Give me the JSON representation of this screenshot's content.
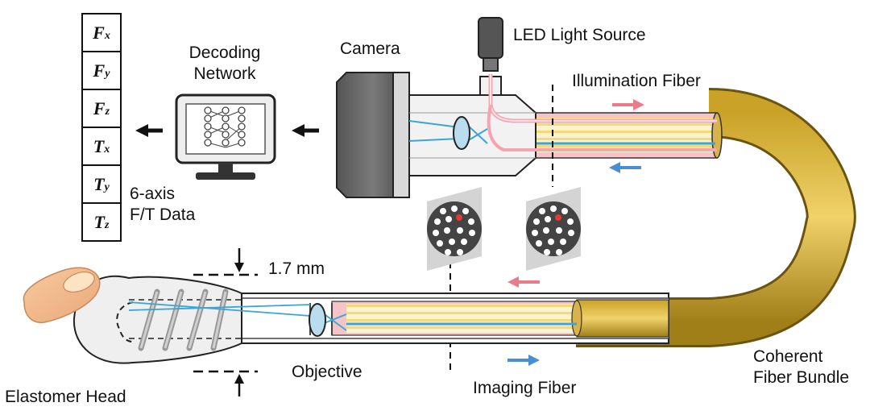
{
  "labels": {
    "ft_data": [
      "6-axis",
      "F/T Data"
    ],
    "decoding_network": [
      "Decoding",
      "Network"
    ],
    "camera": "Camera",
    "led_light_source": "LED Light Source",
    "illumination_fiber": "Illumination Fiber",
    "coherent_fiber_bundle": [
      "Coherent",
      "Fiber Bundle"
    ],
    "dimension": "1.7 mm",
    "objective": "Objective",
    "imaging_fiber": "Imaging Fiber",
    "elastomer_head": "Elastomer Head"
  },
  "ft_components": [
    {
      "symbol": "F",
      "axis": "x"
    },
    {
      "symbol": "F",
      "axis": "y"
    },
    {
      "symbol": "F",
      "axis": "z"
    },
    {
      "symbol": "T",
      "axis": "x"
    },
    {
      "symbol": "T",
      "axis": "y"
    },
    {
      "symbol": "T",
      "axis": "z"
    }
  ],
  "colors": {
    "illumination": "#e87c8a",
    "imaging": "#4a90d0",
    "fiber_core": "#f7e7a8",
    "fiber_gold": "#c9a227",
    "camera_body": "#6b6b6b",
    "fiber_pink": "#f5c3c8",
    "light_ray": "#3aa5d6"
  }
}
